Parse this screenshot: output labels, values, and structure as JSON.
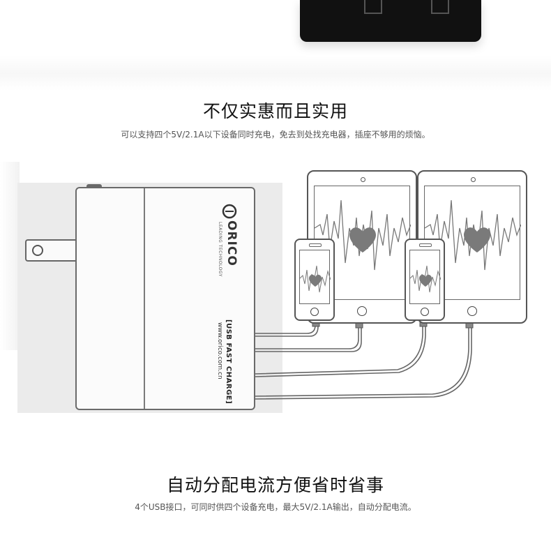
{
  "section1": {
    "title": "不仅实惠而且实用",
    "subtitle": "可以支持四个5V/2.1A以下设备同时充电，免去到处找充电器，插座不够用的烦恼。"
  },
  "device": {
    "logo": "ORICO",
    "logo_tagline": "LEADING TECHNOLOGY",
    "label": "[USB FAST CHARGE]",
    "url": "www.orico.com.cn"
  },
  "section2": {
    "title": "自动分配电流方便省时省事",
    "subtitle": "4个USB接口，可同时供四个设备充电，最大5V/2.1A输出，自动分配电流。"
  },
  "colors": {
    "heart": "#7a7a7a",
    "outline": "#555555",
    "wall": "#ebebeb"
  },
  "icons": [
    "heart-icon",
    "orico-logo-icon",
    "home-button-icon"
  ]
}
